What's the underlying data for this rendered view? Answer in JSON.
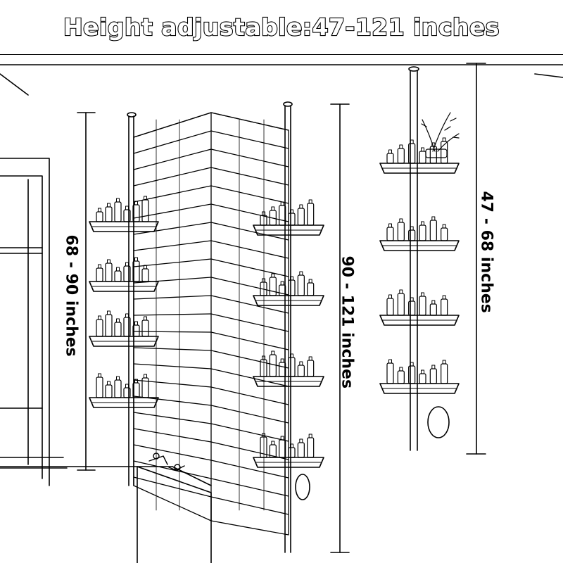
{
  "header": {
    "title": "Height adjustable:47-121 inches"
  },
  "dimensions": {
    "left": "68 - 90 inches",
    "middle": "90 - 121 inches",
    "right": "47 - 68 inches"
  }
}
